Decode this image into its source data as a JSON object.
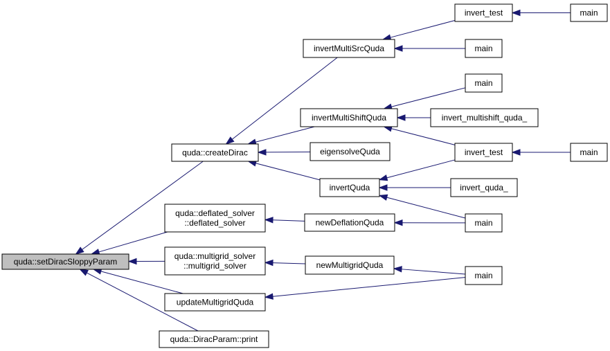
{
  "nodes": {
    "setDiracSloppyParam": {
      "lines": [
        "quda::setDiracSloppyParam"
      ],
      "root": true
    },
    "createDirac": {
      "lines": [
        "quda::createDirac"
      ]
    },
    "deflated_solver": {
      "lines": [
        "quda::deflated_solver",
        "::deflated_solver"
      ]
    },
    "multigrid_solver": {
      "lines": [
        "quda::multigrid_solver",
        "::multigrid_solver"
      ]
    },
    "updateMultigridQuda": {
      "lines": [
        "updateMultigridQuda"
      ]
    },
    "DiracParam_print": {
      "lines": [
        "quda::DiracParam::print"
      ]
    },
    "invertMultiSrcQuda": {
      "lines": [
        "invertMultiSrcQuda"
      ]
    },
    "invertMultiShiftQuda": {
      "lines": [
        "invertMultiShiftQuda"
      ]
    },
    "eigensolveQuda": {
      "lines": [
        "eigensolveQuda"
      ]
    },
    "invertQuda": {
      "lines": [
        "invertQuda"
      ]
    },
    "newDeflationQuda": {
      "lines": [
        "newDeflationQuda"
      ]
    },
    "newMultigridQuda": {
      "lines": [
        "newMultigridQuda"
      ]
    },
    "invert_test_1": {
      "lines": [
        "invert_test"
      ]
    },
    "main_ms_src": {
      "lines": [
        "main"
      ]
    },
    "main_shift": {
      "lines": [
        "main"
      ]
    },
    "invert_multishift_quda_": {
      "lines": [
        "invert_multishift_quda_"
      ]
    },
    "invert_test_2": {
      "lines": [
        "invert_test"
      ]
    },
    "invert_quda_": {
      "lines": [
        "invert_quda_"
      ]
    },
    "main_defl": {
      "lines": [
        "main"
      ]
    },
    "main_mg": {
      "lines": [
        "main"
      ]
    },
    "main_top": {
      "lines": [
        "main"
      ]
    },
    "main_right": {
      "lines": [
        "main"
      ]
    }
  },
  "edges": [
    {
      "from": "createDirac",
      "to": "setDiracSloppyParam"
    },
    {
      "from": "deflated_solver",
      "to": "setDiracSloppyParam"
    },
    {
      "from": "multigrid_solver",
      "to": "setDiracSloppyParam"
    },
    {
      "from": "updateMultigridQuda",
      "to": "setDiracSloppyParam"
    },
    {
      "from": "DiracParam_print",
      "to": "setDiracSloppyParam"
    },
    {
      "from": "invertMultiSrcQuda",
      "to": "createDirac"
    },
    {
      "from": "invertMultiShiftQuda",
      "to": "createDirac"
    },
    {
      "from": "eigensolveQuda",
      "to": "createDirac"
    },
    {
      "from": "invertQuda",
      "to": "createDirac"
    },
    {
      "from": "newDeflationQuda",
      "to": "deflated_solver"
    },
    {
      "from": "newMultigridQuda",
      "to": "multigrid_solver"
    },
    {
      "from": "main_mg",
      "to": "updateMultigridQuda"
    },
    {
      "from": "invert_test_1",
      "to": "invertMultiSrcQuda"
    },
    {
      "from": "main_ms_src",
      "to": "invertMultiSrcQuda"
    },
    {
      "from": "main_top",
      "to": "invert_test_1"
    },
    {
      "from": "main_shift",
      "to": "invertMultiShiftQuda"
    },
    {
      "from": "invert_multishift_quda_",
      "to": "invertMultiShiftQuda"
    },
    {
      "from": "invert_test_2",
      "to": "invertMultiShiftQuda"
    },
    {
      "from": "main_right",
      "to": "invert_test_2"
    },
    {
      "from": "invert_test_2",
      "to": "invertQuda"
    },
    {
      "from": "invert_quda_",
      "to": "invertQuda"
    },
    {
      "from": "main_defl",
      "to": "invertQuda"
    },
    {
      "from": "main_defl",
      "to": "newDeflationQuda"
    },
    {
      "from": "main_mg",
      "to": "newMultigridQuda"
    }
  ]
}
